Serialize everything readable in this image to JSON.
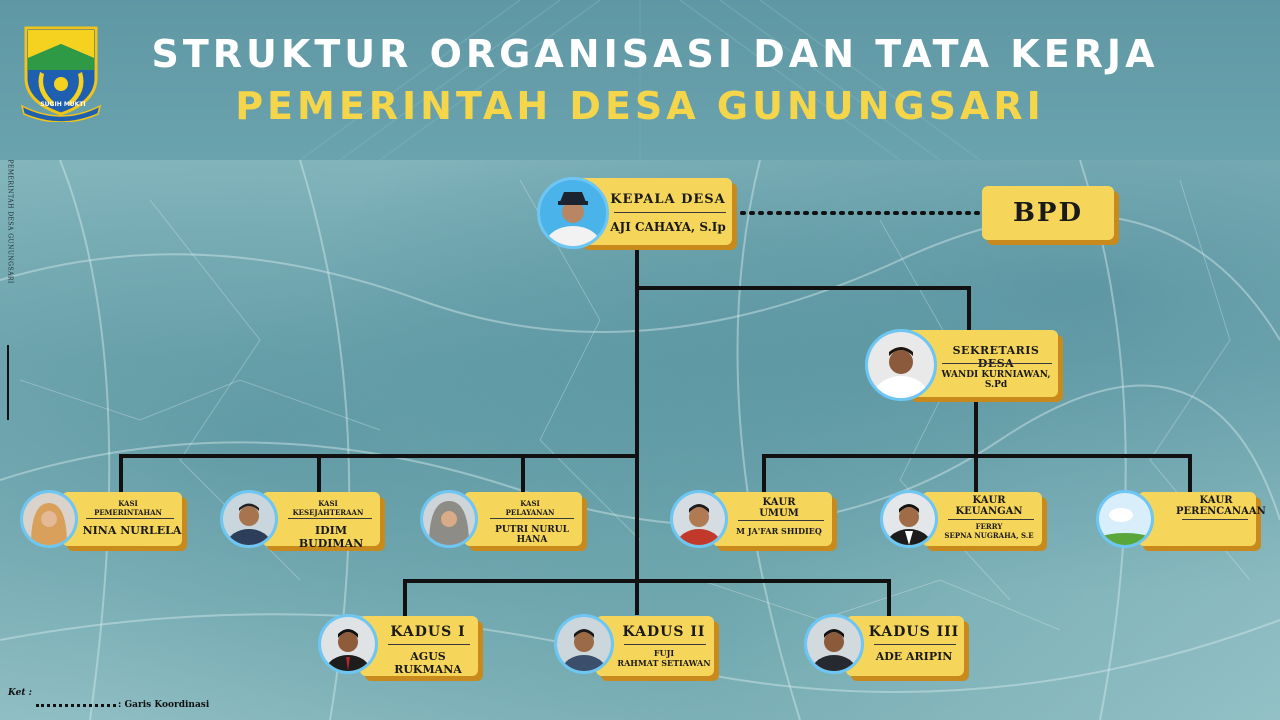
{
  "header": {
    "title_line1": "STRUKTUR ORGANISASI DAN TATA KERJA",
    "title_line2": "PEMERINTAH DESA GUNUNGSARI",
    "logo_motto": "SUGIH MUKTI",
    "side_text": "PEMERINTAH DESA GUNUNGSARI"
  },
  "colors": {
    "card": "#f6d65a",
    "card_shadow": "#c88a1c",
    "title_white": "#ffffff",
    "title_yellow": "#f5d549",
    "photo_ring": "#4ab3ea",
    "connector": "#111111"
  },
  "org": {
    "kepala": {
      "role": "KEPALA DESA",
      "name": "AJI CAHAYA, S.Ip"
    },
    "bpd": {
      "label": "BPD"
    },
    "sekretaris": {
      "role": "SEKRETARIS DESA",
      "name": "WANDI KURNIAWAN, S.Pd"
    },
    "kasi": [
      {
        "role1": "KASI",
        "role2": "PEMERINTAHAN",
        "name": "NINA NURLELA"
      },
      {
        "role1": "KASI",
        "role2": "KESEJAHTERAAN",
        "name": "IDIM BUDIMAN"
      },
      {
        "role1": "KASI",
        "role2": "PELAYANAN",
        "name": "PUTRI NURUL HANA"
      }
    ],
    "kaur": [
      {
        "role1": "KAUR",
        "role2": "UMUM",
        "name": "M JA'FAR SHIDIEQ"
      },
      {
        "role1": "KAUR",
        "role2": "KEUANGAN",
        "name1": "FERRY",
        "name2": "SEPNA NUGRAHA, S.E"
      },
      {
        "role1": "KAUR",
        "role2": "PERENCANAAN"
      }
    ],
    "kadus": [
      {
        "role": "KADUS I",
        "name": "AGUS RUKMANA"
      },
      {
        "role": "KADUS II",
        "name1": "FUJI",
        "name2": "RAHMAT SETIAWAN"
      },
      {
        "role": "KADUS III",
        "name": "ADE ARIPIN"
      }
    ]
  },
  "legend": {
    "ket": "Ket :",
    "coordination_label": ": Garis Koordinasi"
  }
}
